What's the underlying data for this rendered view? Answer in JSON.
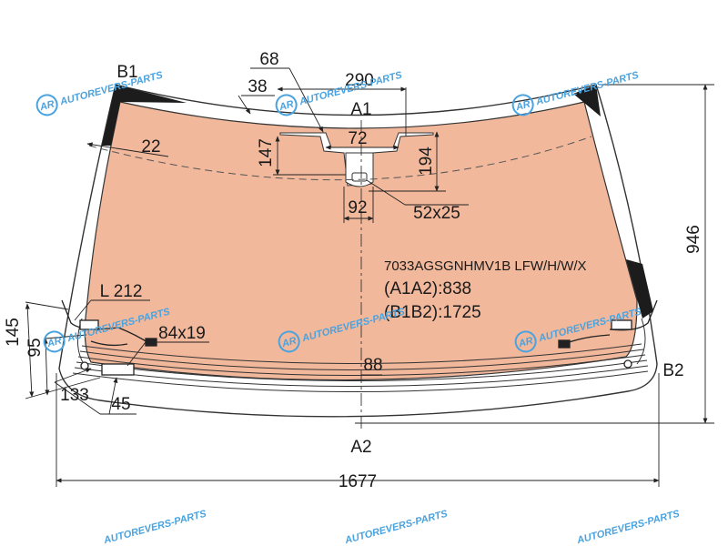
{
  "watermark": {
    "text": "AUTOREVERS-PARTS",
    "logo": "AR",
    "color": "#4aa3df"
  },
  "colors": {
    "glass": "#f1b89c",
    "glass_outline": "#333333",
    "dark_area": "#1c1c1c"
  },
  "points": {
    "a1": "A1",
    "a2": "A2",
    "b1": "B1",
    "b2": "B2"
  },
  "dimensions": {
    "d68": "68",
    "d290": "290",
    "d38": "38",
    "d72": "72",
    "d147": "147",
    "d194": "194",
    "d22": "22",
    "d92": "92",
    "d52x25": "52x25",
    "d946": "946",
    "l212": "L 212",
    "d84x19": "84x19",
    "d145": "145",
    "d95": "95",
    "d133": "133",
    "d45": "45",
    "d88": "88",
    "d1677": "1677"
  },
  "product": {
    "code": "7033AGSGNHMV1B LFW/H/W/X",
    "a1a2": "(A1A2):838",
    "b1b2": "(B1B2):1725"
  }
}
